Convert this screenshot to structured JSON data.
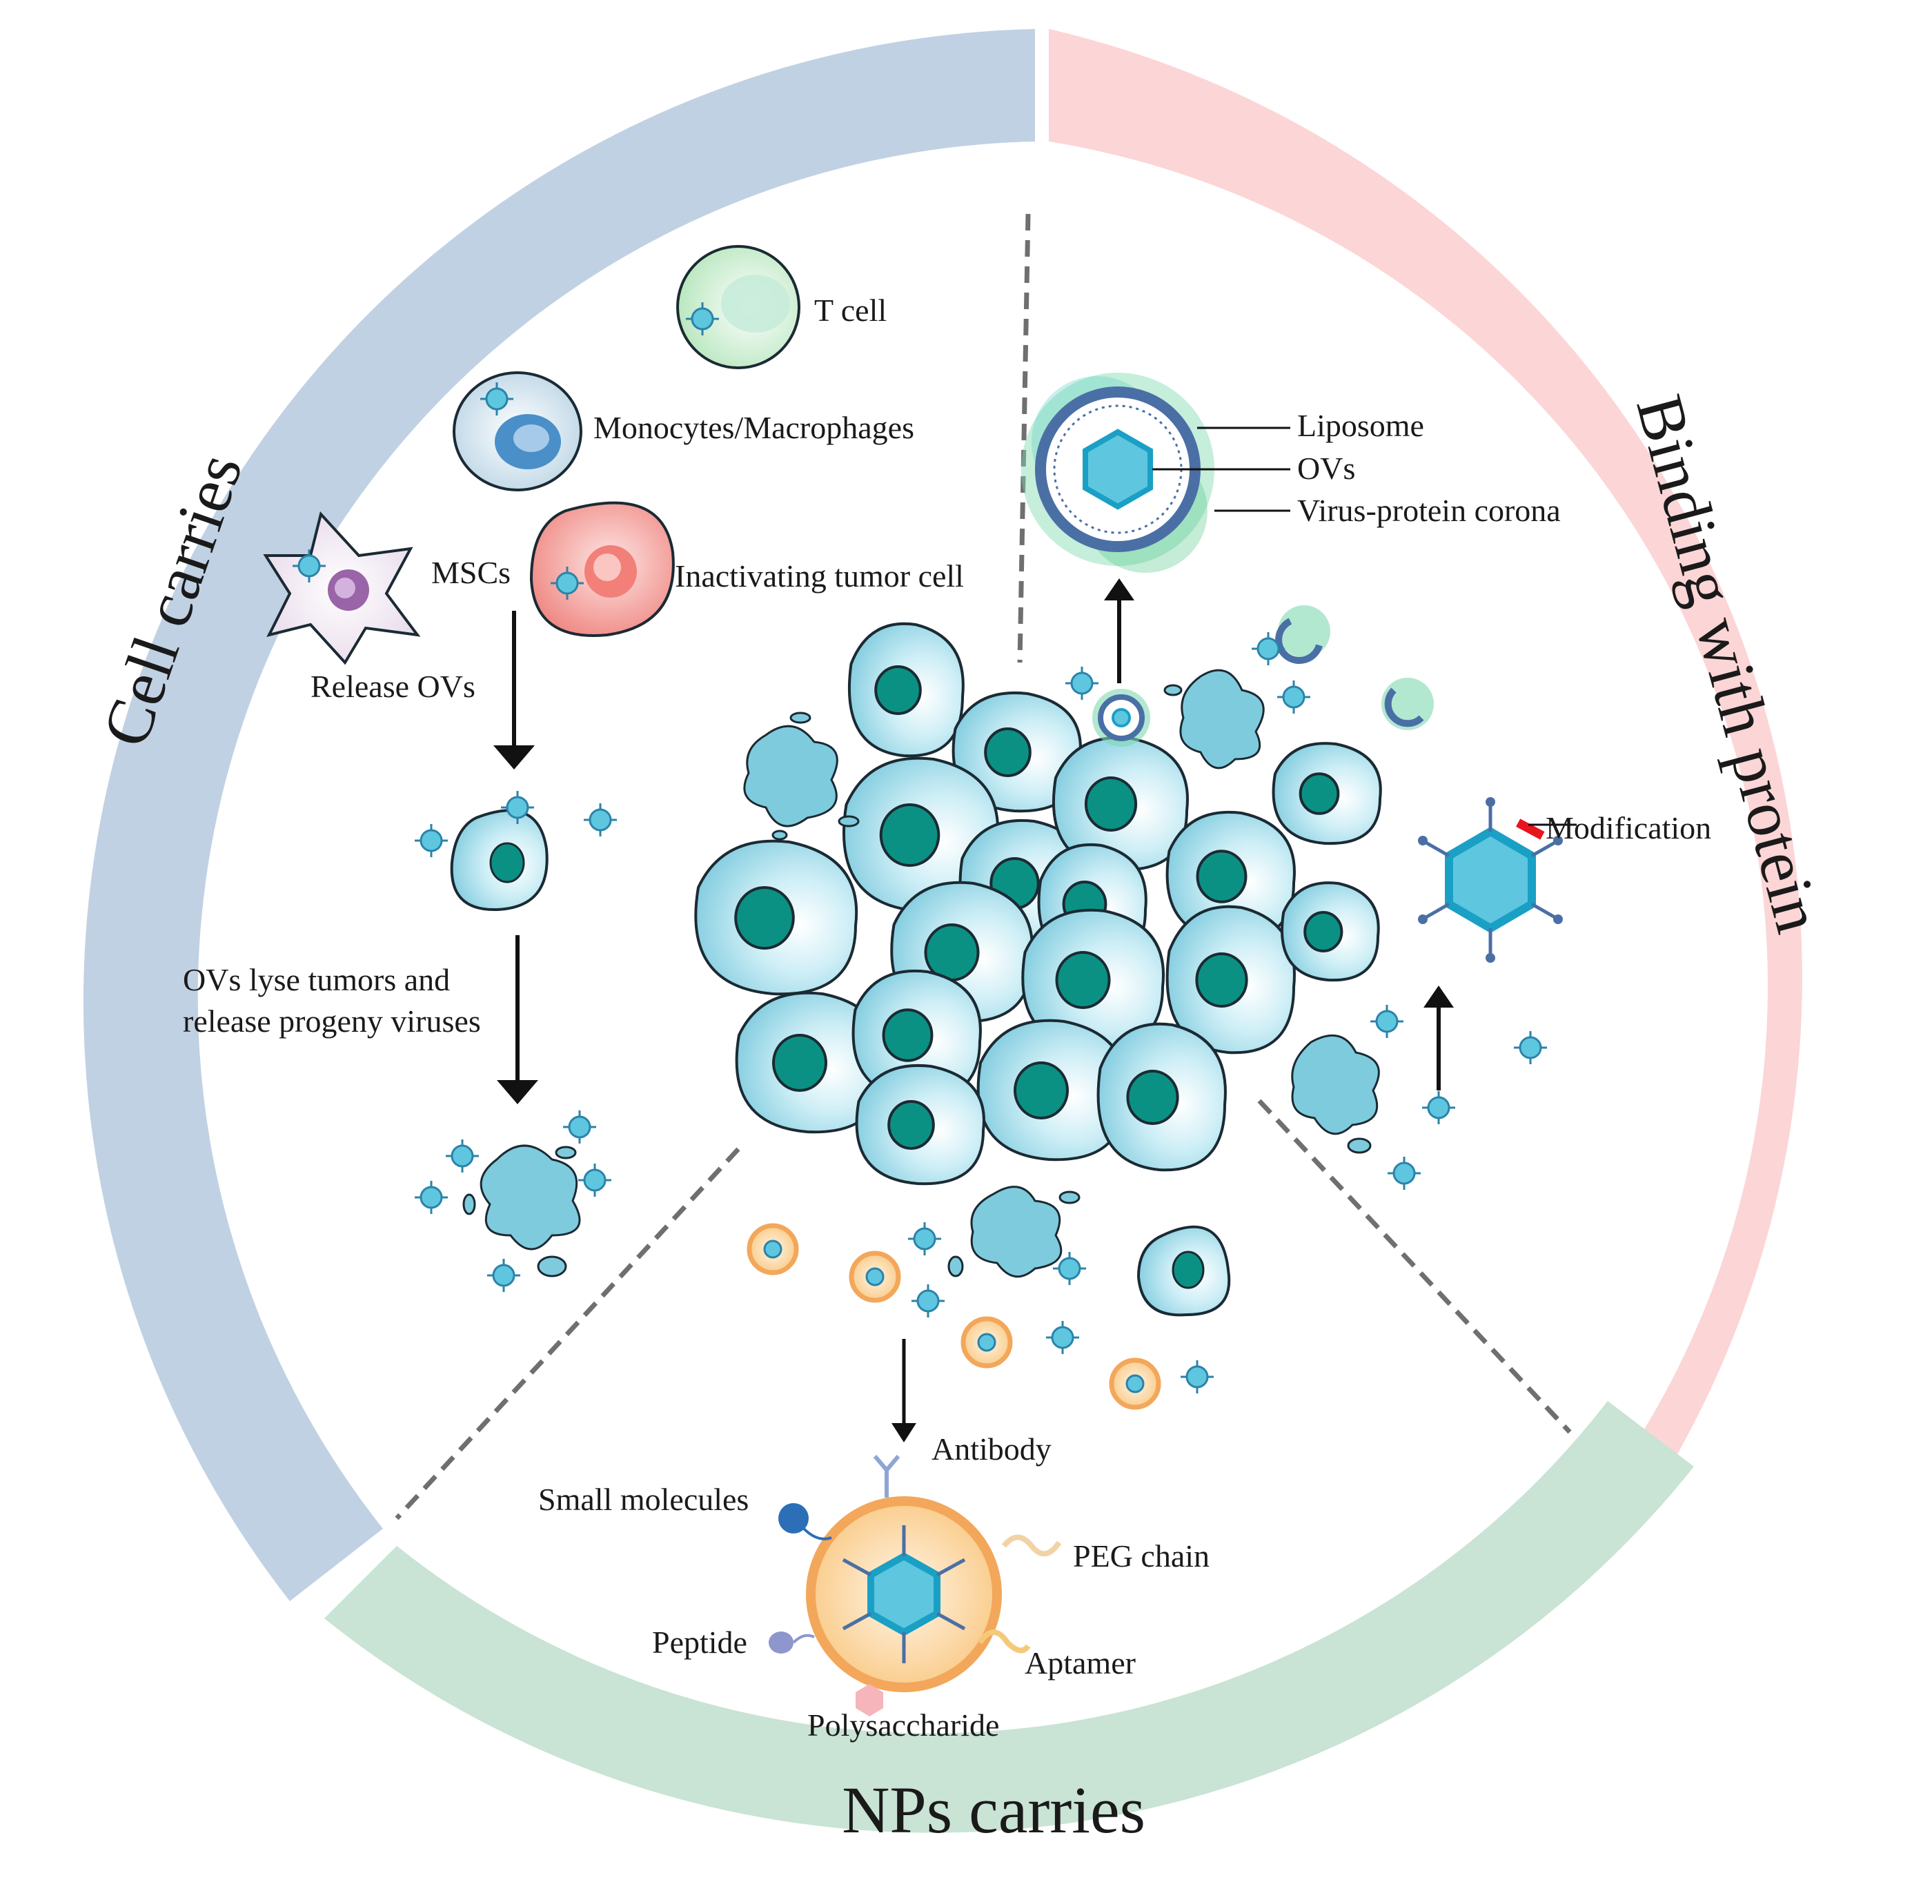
{
  "segments": {
    "cell_title": "Cell carries",
    "protein_title": "Binding with protein",
    "nps_title": "NPs carries"
  },
  "colors": {
    "cell_ring": "#c0d1e3",
    "protein_ring": "#fcd5d6",
    "nps_ring": "#c9e3d4",
    "cell_fill": "#7fcbde",
    "nucleus": "#0b9184",
    "cell_stroke": "#1b2a33",
    "virus": "#5fc6e0",
    "np_orange": "#f3a75a"
  },
  "cell_carriers": {
    "t_cell": "T cell",
    "monocytes": "Monocytes/Macrophages",
    "mscs": "MSCs",
    "tumor_cell": "Inactivating tumor cell",
    "release": "Release OVs",
    "lyse_line1": "OVs lyse tumors and",
    "lyse_line2": "release progeny viruses"
  },
  "protein": {
    "liposome": "Liposome",
    "ovs": "OVs",
    "corona": "Virus-protein corona",
    "modification": "Modification"
  },
  "nps": {
    "antibody": "Antibody",
    "small_molecules": "Small molecules",
    "peg": "PEG chain",
    "peptide": "Peptide",
    "aptamer": "Aptamer",
    "polysaccharide": "Polysaccharide"
  }
}
